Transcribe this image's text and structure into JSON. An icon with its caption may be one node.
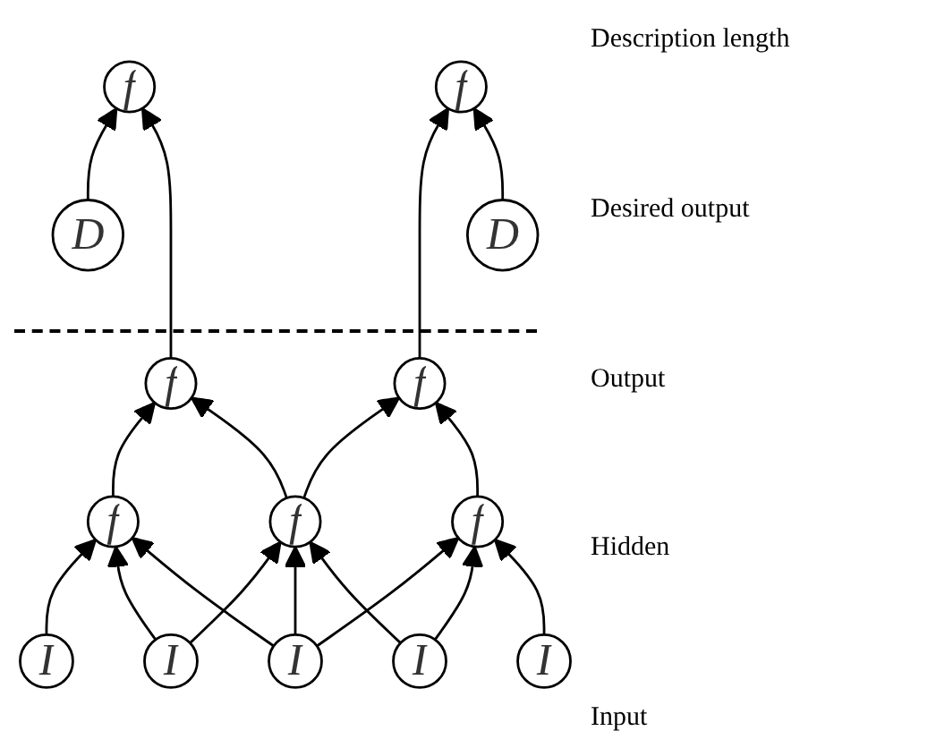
{
  "diagram": {
    "nodes": [
      {
        "text": [
          "f"
        ]
      },
      {
        "text": [
          "f"
        ]
      },
      {
        "text": [
          "D"
        ]
      },
      {
        "text": [
          "D"
        ]
      },
      {
        "text": [
          "f"
        ]
      },
      {
        "text": [
          "f"
        ]
      },
      {
        "text": [
          "f"
        ]
      },
      {
        "text": [
          "f"
        ]
      },
      {
        "text": [
          "f"
        ]
      },
      {
        "text": [
          "I"
        ]
      },
      {
        "text": [
          "I"
        ]
      },
      {
        "text": [
          "I"
        ]
      },
      {
        "text": [
          "I"
        ]
      },
      {
        "text": [
          "I"
        ]
      }
    ],
    "edges": [
      {
        "from": 2,
        "to": 0,
        "arrow": "to"
      },
      {
        "from": 4,
        "to": 0,
        "arrow": "to"
      },
      {
        "from": 5,
        "to": 1,
        "arrow": "to"
      },
      {
        "from": 3,
        "to": 1,
        "arrow": "to"
      },
      {
        "from": 6,
        "to": 4,
        "arrow": "to"
      },
      {
        "from": 7,
        "to": 4,
        "arrow": "to"
      },
      {
        "from": 7,
        "to": 5,
        "arrow": "to"
      },
      {
        "from": 8,
        "to": 5,
        "arrow": "to"
      },
      {
        "from": 9,
        "to": 6,
        "arrow": "to"
      },
      {
        "from": 10,
        "to": 6,
        "arrow": "to"
      },
      {
        "from": 11,
        "to": 6,
        "arrow": "to"
      },
      {
        "from": 10,
        "to": 7,
        "arrow": "to"
      },
      {
        "from": 11,
        "to": 7,
        "arrow": "to"
      },
      {
        "from": 12,
        "to": 7,
        "arrow": "to"
      },
      {
        "from": 11,
        "to": 8,
        "arrow": "to"
      },
      {
        "from": 12,
        "to": 8,
        "arrow": "to"
      },
      {
        "from": 13,
        "to": 8,
        "arrow": "to"
      }
    ],
    "labels": [
      "Description length",
      "Desired output",
      "Output",
      "Hidden",
      "Input"
    ]
  }
}
